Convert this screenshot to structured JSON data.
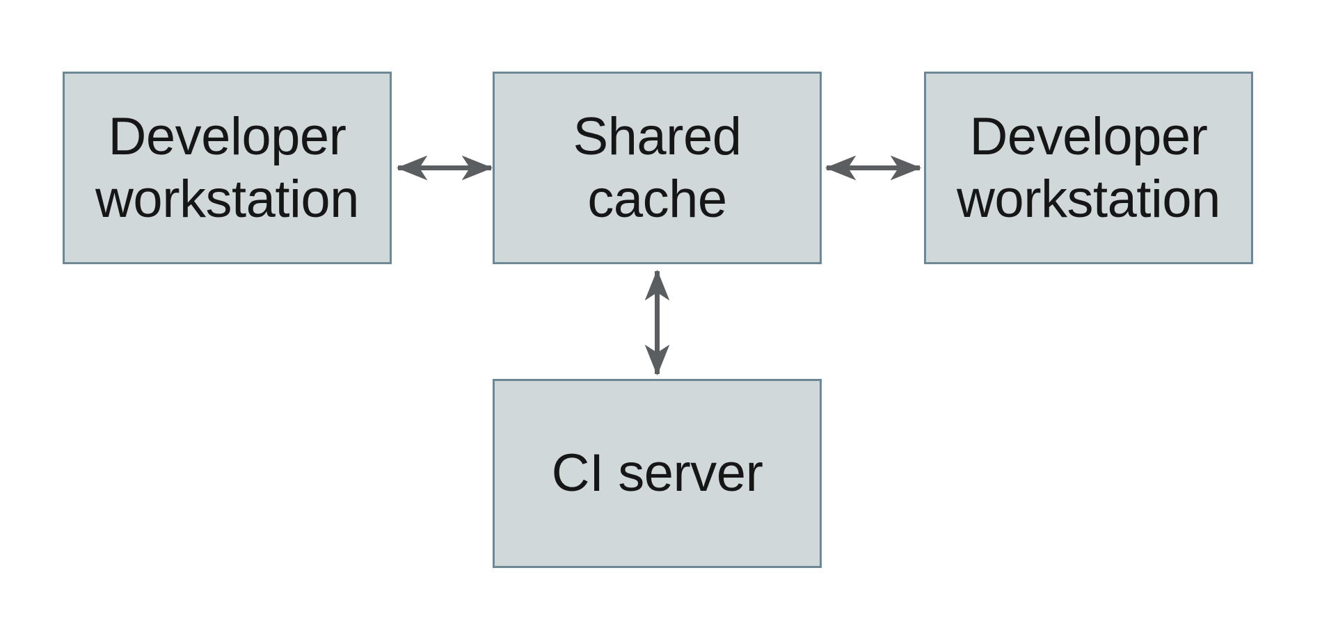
{
  "diagram": {
    "type": "architecture-diagram",
    "colors": {
      "background": "#ffffff",
      "box_fill": "#d0d8da",
      "box_border": "#6d8795",
      "arrow_color": "#5b5e60",
      "text_color": "#161616"
    },
    "nodes": [
      {
        "id": "developer-workstation-left",
        "label": "Developer\nworkstation"
      },
      {
        "id": "shared-cache",
        "label": "Shared\ncache"
      },
      {
        "id": "developer-workstation-right",
        "label": "Developer\nworkstation"
      },
      {
        "id": "ci-server",
        "label": "CI server"
      }
    ],
    "edges": [
      {
        "from": "developer-workstation-left",
        "to": "shared-cache",
        "direction": "bidirectional"
      },
      {
        "from": "developer-workstation-right",
        "to": "shared-cache",
        "direction": "bidirectional"
      },
      {
        "from": "ci-server",
        "to": "shared-cache",
        "direction": "bidirectional"
      }
    ]
  }
}
